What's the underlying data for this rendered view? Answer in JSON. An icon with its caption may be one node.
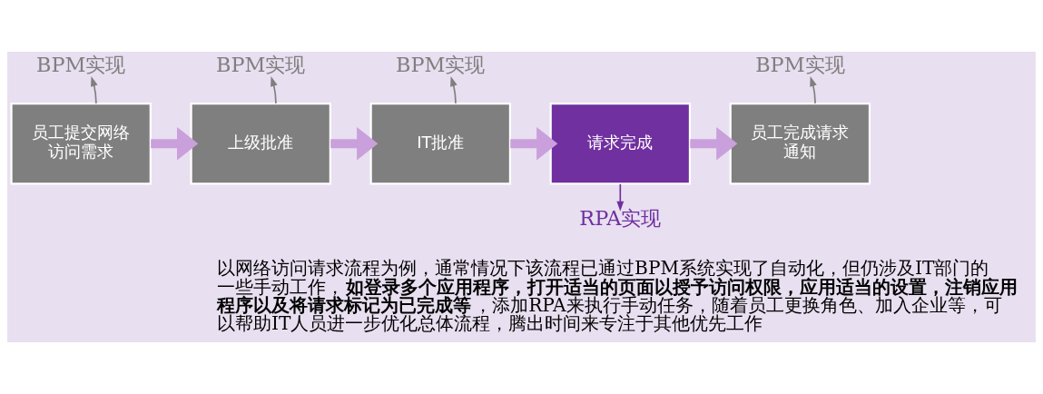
{
  "diagram": {
    "nodes": [
      {
        "text": [
          "员工提交网络访问需求"
        ]
      },
      {
        "text": [
          "上级批准"
        ]
      },
      {
        "text": [
          "IT批准"
        ]
      },
      {
        "text": [
          "请求完成"
        ]
      },
      {
        "text": [
          "员工完成请求通知"
        ]
      },
      {
        "text": [
          "BPM实现"
        ]
      },
      {
        "text": [
          "BPM实现"
        ]
      },
      {
        "text": [
          "BPM实现"
        ]
      },
      {
        "text": [
          "BPM实现"
        ]
      },
      {
        "text": [
          "RPA实现"
        ]
      }
    ],
    "edges": [
      {
        "from": 0,
        "to": 1,
        "arrow": "to",
        "style": "thick",
        "color": "#c9a0dc"
      },
      {
        "from": 1,
        "to": 2,
        "arrow": "to",
        "style": "thick",
        "color": "#c9a0dc"
      },
      {
        "from": 2,
        "to": 3,
        "arrow": "to",
        "style": "thick",
        "color": "#c9a0dc"
      },
      {
        "from": 3,
        "to": 4,
        "arrow": "to",
        "style": "thick",
        "color": "#c9a0dc"
      },
      {
        "from": 0,
        "to": 5,
        "arrow": "to",
        "color": "#7f7f7f"
      },
      {
        "from": 1,
        "to": 6,
        "arrow": "to",
        "color": "#7f7f7f"
      },
      {
        "from": 2,
        "to": 7,
        "arrow": "to",
        "color": "#7f7f7f"
      },
      {
        "from": 4,
        "to": 8,
        "arrow": "to",
        "color": "#7f7f7f"
      },
      {
        "from": 3,
        "to": 9,
        "arrow": "to",
        "color": "#7030a0"
      }
    ],
    "labels": [
      "以网络访问请求流程为例，通常情况下该流程已通过BPM系统实现了自动化，但仍涉及IT部门的一些手动工作，**如登录多个应用程序，打开适当的页面以授予访问权限，应用适当的设置，注销应用程序以及将请求标记为已完成等**，添加RPA来执行手动任务，随着员工更换角色、加入企业等，可以帮助IT人员进一步优化总体流程，腾出时间来专注于其他优先工作"
    ]
  }
}
